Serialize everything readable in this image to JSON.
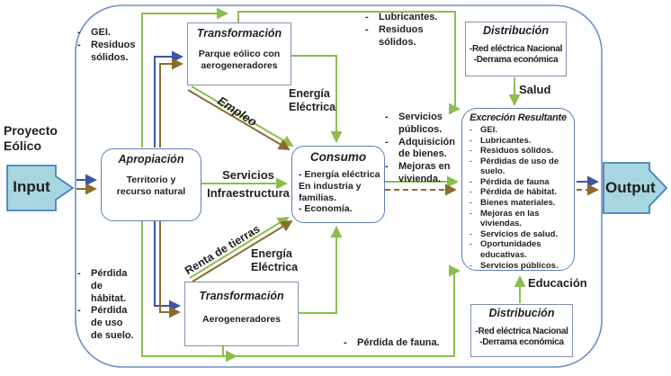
{
  "bullet_char": "-",
  "colors": {
    "green": "#8dbd4f",
    "blue": "#3d55a5",
    "brown": "#8a6c2f",
    "border": "#6b8fc4",
    "boxborder": "#8091ad",
    "roundborder": "#5b7fb5",
    "iofill": "#a7d6e0",
    "iostroke": "#4d7ec0",
    "text": "#1f1f1f"
  },
  "labels": {
    "project": "Proyecto\nEólico",
    "input": "Input",
    "output": "Output",
    "energia_top": "Energía\nEléctrica",
    "energia_bottom": "Energía\nEléctrica",
    "empleo": "Empleo",
    "renta": "Renta de tierras",
    "servicios_infra": "Servicios\nInfraestructura",
    "salud": "Salud",
    "educacion": "Educación"
  },
  "boxes": {
    "apropiacion": {
      "title": "Apropiación",
      "body": "Territorio y\nrecurso natural"
    },
    "transformacion_top": {
      "title": "Transformación",
      "body": "Parque eólico con\naerogeneradores"
    },
    "transformacion_bottom": {
      "title": "Transformación",
      "body": "Aerogeneradores"
    },
    "consumo": {
      "title": "Consumo",
      "body": "- Energía eléctrica\nEn industria y\nfamilias.\n- Economía."
    },
    "distribucion_top": {
      "title": "Distribución",
      "body": "-Red eléctrica Nacional\n-Derrama económica"
    },
    "distribucion_bottom": {
      "title": "Distribución",
      "body": "-Red eléctrica Nacional\n-Derrama económica"
    },
    "excrecion": {
      "title": "Excreción Resultante",
      "items": [
        "GEI.",
        "Lubricantes.",
        "Residuos sólidos.",
        "Pérdidas de uso de suelo.",
        "Pérdida de fauna",
        "Pérdida de hábitat.",
        "Bienes materiales.",
        "Mejoras en las viviendas.",
        "Servicios de salud.",
        "Oportunidades educativas.",
        "Servicios públicos."
      ]
    }
  },
  "notes": {
    "top_left": [
      "GEI.",
      "Residuos sólidos."
    ],
    "top_mid": [
      "Lubricantes.",
      "Residuos sólidos."
    ],
    "mid_right": [
      "Servicios públicos.",
      "Adquisición de bienes.",
      "Mejoras en vivienda."
    ],
    "bottom_left": [
      "Pérdida de hábitat.",
      "Pérdida de uso de suelo."
    ],
    "bottom_mid": [
      "Pérdida de fauna."
    ]
  }
}
